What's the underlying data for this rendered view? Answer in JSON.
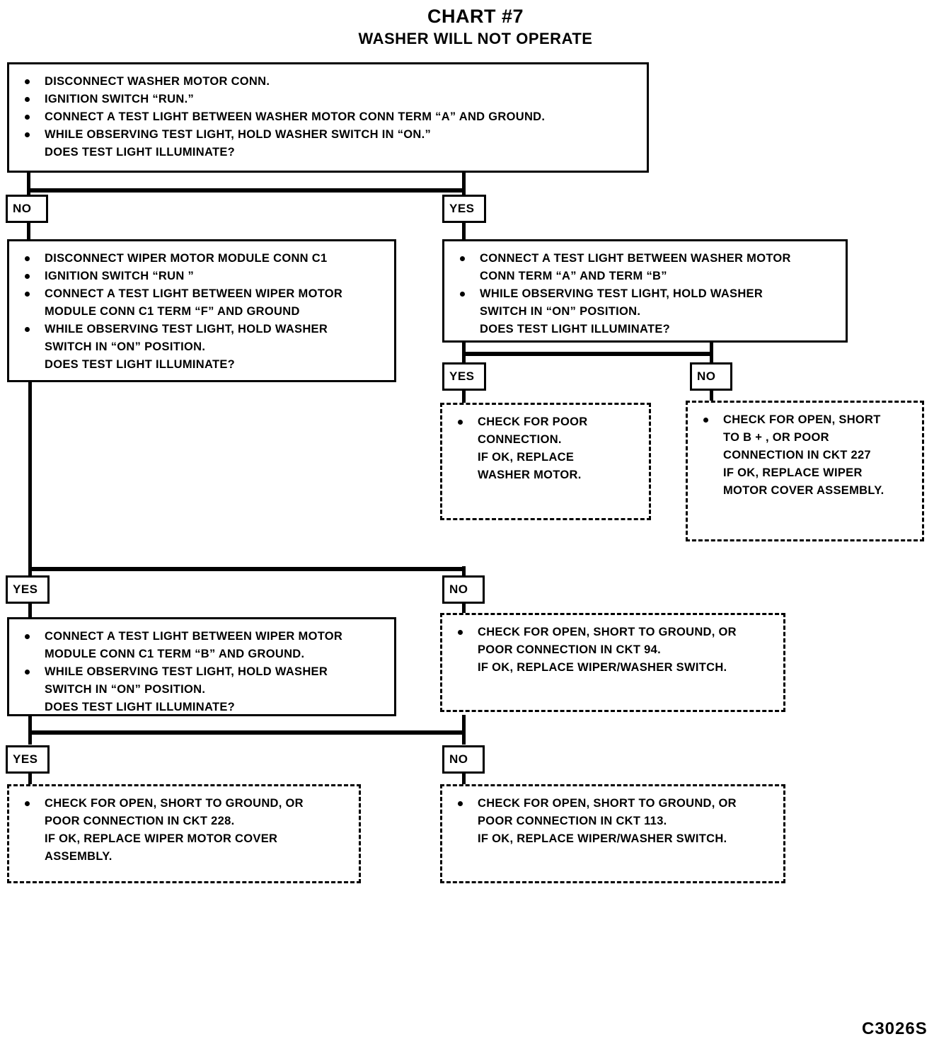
{
  "chart": {
    "title": "CHART #7",
    "subtitle": "WASHER WILL NOT OPERATE",
    "footer_code": "C3026S"
  },
  "labels": {
    "yes": "YES",
    "no": "NO"
  },
  "nodes": {
    "start": {
      "type": "test",
      "lines": [
        {
          "bullet": true,
          "text": "DISCONNECT WASHER MOTOR CONN."
        },
        {
          "bullet": true,
          "text": "IGNITION SWITCH “RUN.”"
        },
        {
          "bullet": true,
          "text": "CONNECT A TEST LIGHT BETWEEN WASHER MOTOR CONN TERM “A” AND GROUND."
        },
        {
          "bullet": true,
          "text": "WHILE OBSERVING TEST LIGHT, HOLD WASHER SWITCH IN “ON.”"
        },
        {
          "bullet": false,
          "text": "DOES TEST LIGHT ILLUMINATE?"
        }
      ]
    },
    "wiper_module_f": {
      "type": "test",
      "lines": [
        {
          "bullet": true,
          "text": "DISCONNECT WIPER MOTOR MODULE CONN C1"
        },
        {
          "bullet": true,
          "text": "IGNITION SWITCH “RUN ”"
        },
        {
          "bullet": true,
          "text": "CONNECT A TEST LIGHT BETWEEN WIPER MOTOR"
        },
        {
          "bullet": false,
          "text": "MODULE CONN C1 TERM “F” AND GROUND"
        },
        {
          "bullet": true,
          "text": "WHILE OBSERVING TEST LIGHT, HOLD WASHER"
        },
        {
          "bullet": false,
          "text": "SWITCH IN “ON” POSITION."
        },
        {
          "bullet": false,
          "text": "DOES TEST LIGHT ILLUMINATE?"
        }
      ]
    },
    "washer_a_b": {
      "type": "test",
      "lines": [
        {
          "bullet": true,
          "text": "CONNECT A TEST LIGHT BETWEEN WASHER MOTOR"
        },
        {
          "bullet": false,
          "text": "CONN TERM “A” AND TERM “B”"
        },
        {
          "bullet": true,
          "text": "WHILE OBSERVING TEST LIGHT, HOLD WASHER"
        },
        {
          "bullet": false,
          "text": "SWITCH IN “ON” POSITION."
        },
        {
          "bullet": false,
          "text": "DOES TEST LIGHT ILLUMINATE?"
        }
      ]
    },
    "poor_connection": {
      "type": "action",
      "lines": [
        {
          "bullet": true,
          "text": "CHECK FOR POOR"
        },
        {
          "bullet": false,
          "text": "CONNECTION."
        },
        {
          "bullet": false,
          "text": "IF OK, REPLACE"
        },
        {
          "bullet": false,
          "text": "WASHER MOTOR."
        }
      ]
    },
    "ckt_227": {
      "type": "action",
      "lines": [
        {
          "bullet": true,
          "text": "CHECK FOR OPEN, SHORT"
        },
        {
          "bullet": false,
          "text": "TO B + , OR POOR"
        },
        {
          "bullet": false,
          "text": "CONNECTION IN CKT 227"
        },
        {
          "bullet": false,
          "text": "IF OK, REPLACE WIPER"
        },
        {
          "bullet": false,
          "text": "MOTOR COVER ASSEMBLY."
        }
      ]
    },
    "wiper_module_b": {
      "type": "test",
      "lines": [
        {
          "bullet": true,
          "text": "CONNECT A TEST LIGHT BETWEEN WIPER MOTOR"
        },
        {
          "bullet": false,
          "text": "MODULE CONN C1 TERM “B” AND GROUND."
        },
        {
          "bullet": true,
          "text": "WHILE OBSERVING TEST LIGHT, HOLD WASHER"
        },
        {
          "bullet": false,
          "text": "SWITCH IN “ON” POSITION."
        },
        {
          "bullet": false,
          "text": "DOES TEST LIGHT ILLUMINATE?"
        }
      ]
    },
    "ckt_94": {
      "type": "action",
      "lines": [
        {
          "bullet": true,
          "text": "CHECK FOR OPEN, SHORT TO GROUND, OR"
        },
        {
          "bullet": false,
          "text": "POOR CONNECTION IN CKT 94."
        },
        {
          "bullet": false,
          "text": "IF OK, REPLACE WIPER/WASHER SWITCH."
        }
      ]
    },
    "ckt_228": {
      "type": "action",
      "lines": [
        {
          "bullet": true,
          "text": "CHECK FOR OPEN, SHORT TO GROUND, OR"
        },
        {
          "bullet": false,
          "text": "POOR CONNECTION IN CKT 228."
        },
        {
          "bullet": false,
          "text": "IF OK, REPLACE WIPER MOTOR COVER"
        },
        {
          "bullet": false,
          "text": "ASSEMBLY."
        }
      ]
    },
    "ckt_113": {
      "type": "action",
      "lines": [
        {
          "bullet": true,
          "text": "CHECK FOR OPEN, SHORT TO GROUND, OR"
        },
        {
          "bullet": false,
          "text": "POOR CONNECTION IN CKT 113."
        },
        {
          "bullet": false,
          "text": "IF OK, REPLACE WIPER/WASHER SWITCH."
        }
      ]
    }
  }
}
